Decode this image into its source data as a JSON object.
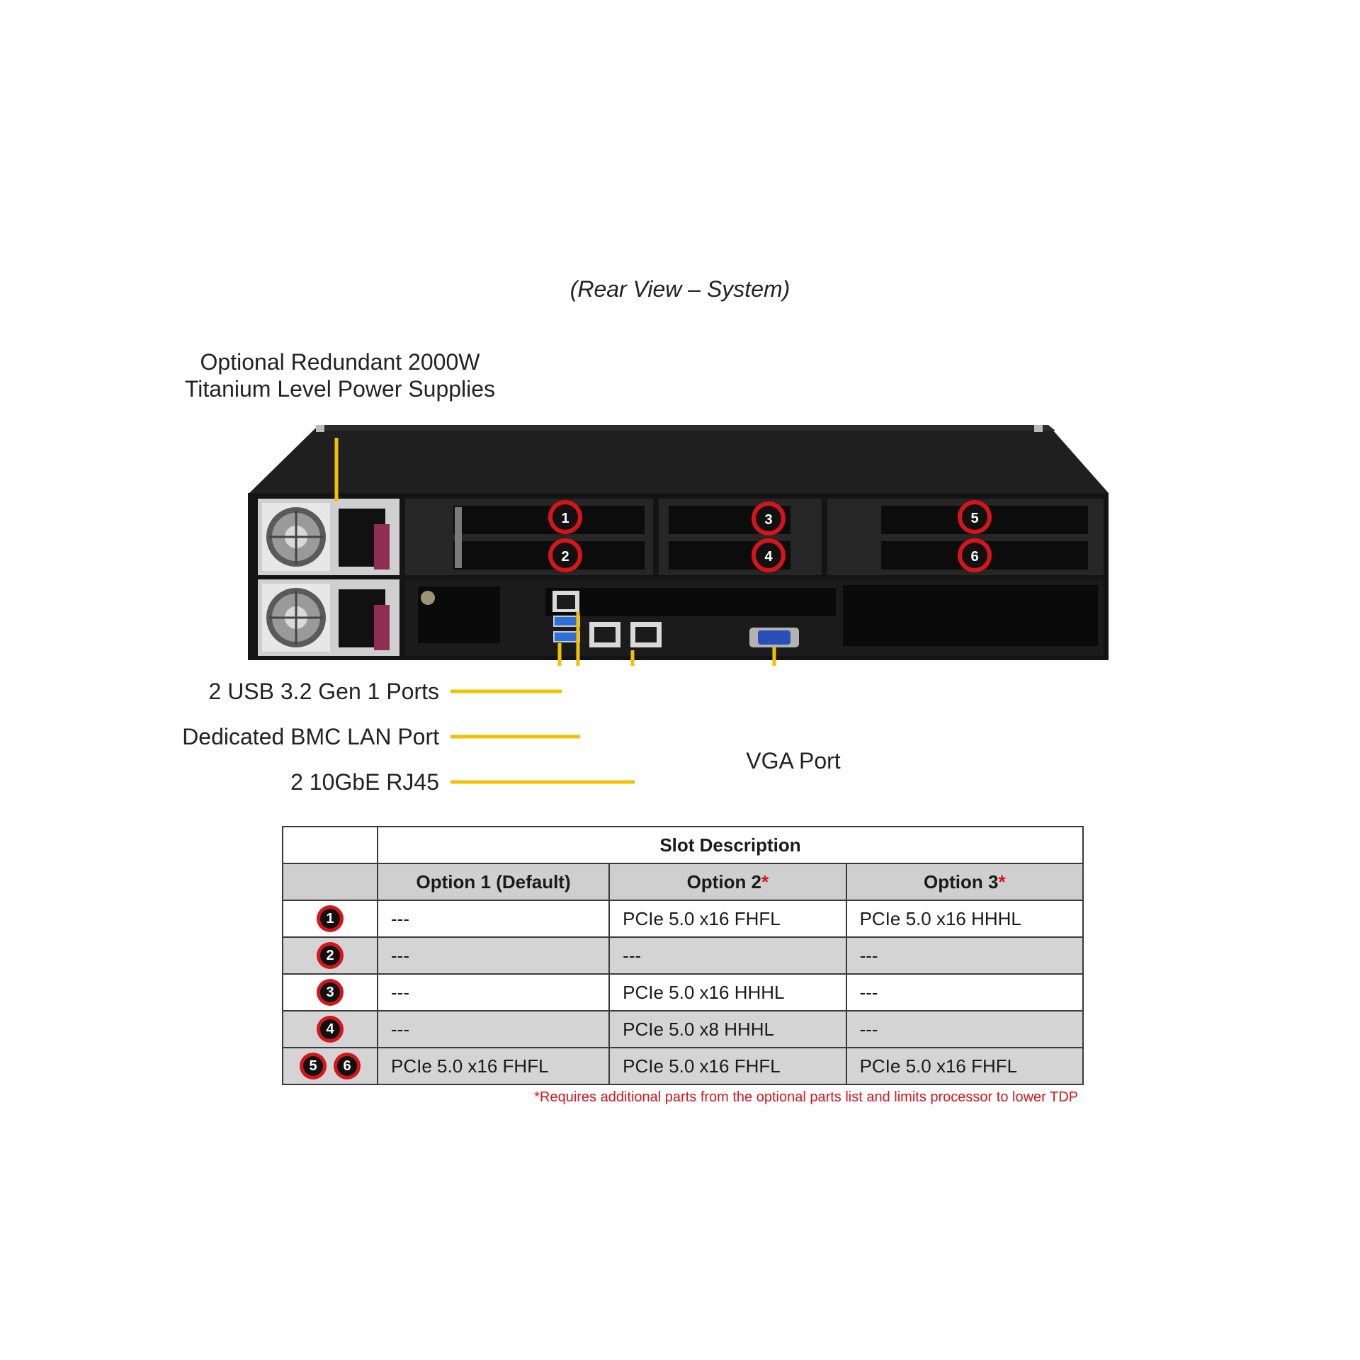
{
  "caption": "(Rear View – System)",
  "callouts": {
    "psu_line1": "Optional Redundant 2000W",
    "psu_line2": "Titanium Level Power Supplies",
    "usb": "2 USB 3.2 Gen 1 Ports",
    "bmc": "Dedicated BMC LAN Port",
    "rj45": "2 10GbE RJ45",
    "vga": "VGA Port"
  },
  "slot_badges": [
    "1",
    "2",
    "3",
    "4",
    "5",
    "6"
  ],
  "colors": {
    "leader": "#f2c200",
    "badge_ring": "#d8141b",
    "chassis": "#161616",
    "footnote": "#d8141b"
  },
  "table": {
    "title": "Slot Description",
    "columns": [
      "Option 1 (Default)",
      "Option 2",
      "Option 3"
    ],
    "column_marks": [
      "",
      "*",
      "*"
    ],
    "rows": [
      {
        "slots": [
          "1"
        ],
        "cells": [
          "---",
          "PCIe 5.0 x16 FHFL",
          "PCIe 5.0 x16 HHHL"
        ]
      },
      {
        "slots": [
          "2"
        ],
        "cells": [
          "---",
          "---",
          "---"
        ]
      },
      {
        "slots": [
          "3"
        ],
        "cells": [
          "---",
          "PCIe 5.0 x16 HHHL",
          "---"
        ]
      },
      {
        "slots": [
          "4"
        ],
        "cells": [
          "---",
          "PCIe 5.0 x8 HHHL",
          "---"
        ]
      },
      {
        "slots": [
          "5",
          "6"
        ],
        "cells": [
          "PCIe 5.0 x16 FHFL",
          "PCIe 5.0 x16 FHFL",
          "PCIe 5.0 x16 FHFL"
        ]
      }
    ],
    "footnote": "*Requires additional parts from the optional parts list and limits processor to lower TDP"
  }
}
